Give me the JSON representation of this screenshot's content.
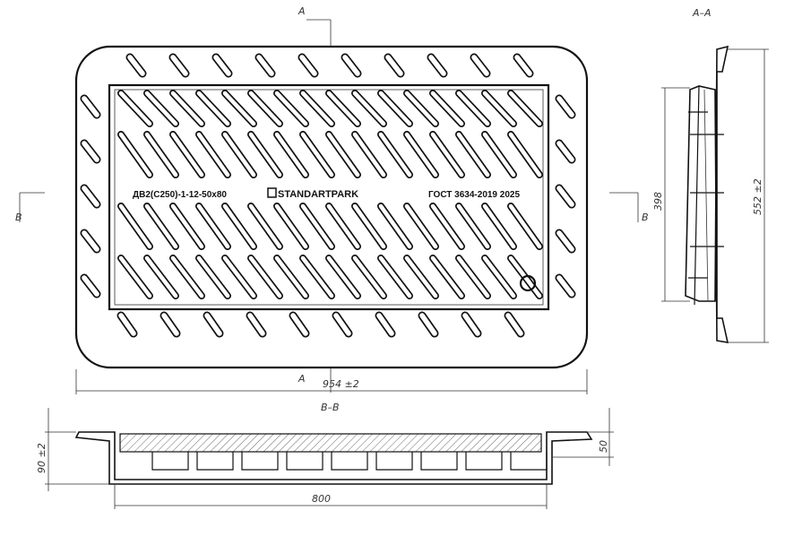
{
  "section_marks": {
    "a_top": "A",
    "a_bottom": "A",
    "b_left": "B",
    "b_right": "B"
  },
  "views": {
    "section_aa_title": "A–A",
    "section_bb_title": "B–B"
  },
  "dimensions": {
    "width": "954 ±2",
    "inner_height": "398",
    "height": "552 ±2",
    "depth": "90 ±2",
    "grate_depth": "50",
    "grate_width": "800"
  },
  "casting_text": {
    "model": "ДВ2(С250)-1-12-50х80",
    "brand": "STANDARTPARK",
    "standard": "ГОСТ 3634-2019 2025"
  }
}
